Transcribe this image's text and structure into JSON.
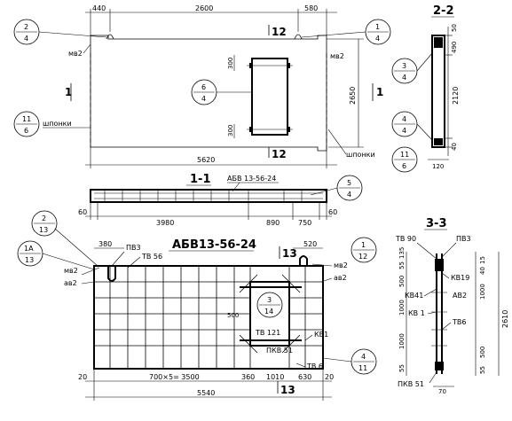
{
  "panel_top": {
    "dims_top": [
      "440",
      "2600",
      "580"
    ],
    "dim_overall": "5620",
    "dim_height": "2650",
    "dim_300a": "300",
    "dim_300b": "300",
    "label_mv2_left": "мв2",
    "label_mv2_right": "мв2",
    "label_shponki_left": "шпонки",
    "label_shponki_right": "шпонки",
    "section_mark": "1",
    "section_12_top": "12",
    "section_12_bottom": "12",
    "callouts": [
      {
        "top": "2",
        "bottom": "4"
      },
      {
        "top": "1",
        "bottom": "4"
      },
      {
        "top": "6",
        "bottom": "4"
      },
      {
        "top": "11",
        "bottom": "6"
      },
      {
        "top": "11",
        "bottom": "6"
      }
    ]
  },
  "section_2_2": {
    "title": "2-2",
    "dims": [
      "50",
      "490",
      "2120",
      "40",
      "120"
    ],
    "callouts": [
      {
        "top": "3",
        "bottom": "4"
      },
      {
        "top": "4",
        "bottom": "4"
      }
    ]
  },
  "section_1_1": {
    "title": "1-1",
    "label": "АБВ 13-56-24",
    "dims": [
      "60",
      "3980",
      "890",
      "750",
      "60"
    ],
    "callouts": [
      {
        "top": "5",
        "bottom": "4"
      }
    ]
  },
  "cage": {
    "title": "АБВ13-56-24",
    "labels": {
      "pv3_left": "ПВ3",
      "tv56": "ТВ 56",
      "mv2_left": "мв2",
      "av2_left": "ав2",
      "mv2_right": "мв2",
      "av2_right": "ав2",
      "tv121": "ТВ 121",
      "kv1": "КВ1",
      "pkv51": "ПКВ 51",
      "tv6": "ТВ 6",
      "dim_500": "500"
    },
    "dims_top": [
      "380",
      "520"
    ],
    "dims_bottom": [
      "20",
      "700×5= 3500",
      "360",
      "1010",
      "630",
      "20"
    ],
    "dim_overall": "5540",
    "section_mark": "13",
    "section_marks_top": "13",
    "callouts": [
      {
        "top": "2",
        "bottom": "13"
      },
      {
        "top": "1А",
        "bottom": "13"
      },
      {
        "top": "1",
        "bottom": "12"
      },
      {
        "top": "3",
        "bottom": "14"
      },
      {
        "top": "4",
        "bottom": "11"
      }
    ]
  },
  "section_3_3": {
    "title": "3-3",
    "labels": {
      "tv90": "ТВ 90",
      "pv3": "ПВ3",
      "kv19": "КВ19",
      "kv41": "КВ41",
      "av2": "АВ2",
      "kv1": "КВ 1",
      "tv6": "ТВ6",
      "pkv51": "ПКВ 51"
    },
    "dims_left": [
      "135",
      "55",
      "500",
      "1000",
      "1000",
      "55"
    ],
    "dims_right": [
      "15",
      "40",
      "1000",
      "500",
      "55"
    ],
    "dims_right_total": "2610",
    "dims_bottom": [
      "70"
    ]
  }
}
